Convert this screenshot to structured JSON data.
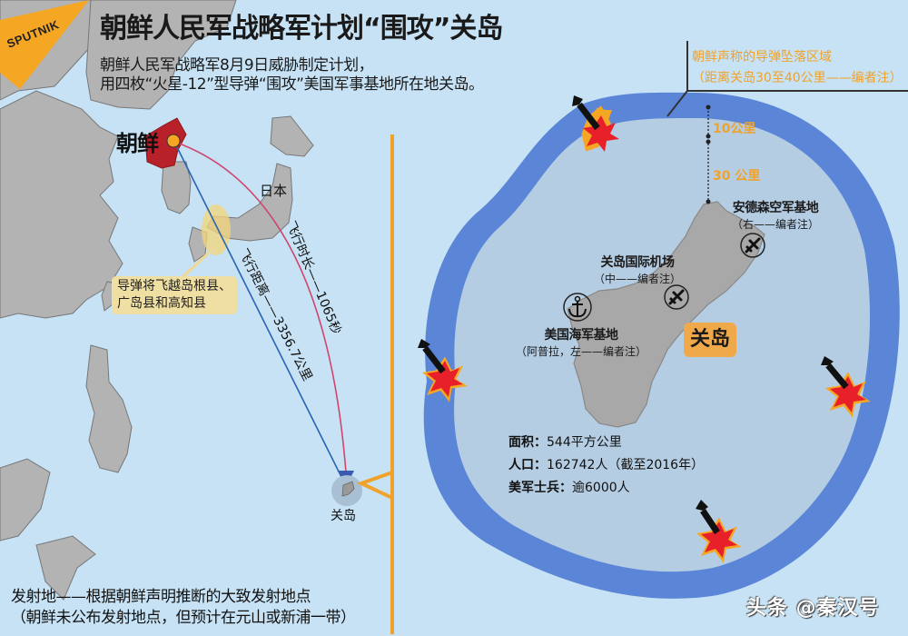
{
  "header": {
    "logo": "SPUTNIK",
    "title": "朝鲜人民军战略军计划“围攻”关岛",
    "subtitle_line1": "朝鲜人民军战略军8月9日威胁制定计划，",
    "subtitle_line2": "用四枚“火星-12”型导弹“围攻”美国军事基地所在地关岛。"
  },
  "regional_map": {
    "north_korea_label": "朝鲜",
    "japan_label": "日本",
    "overflight_note_line1": "导弹将飞越岛根县、",
    "overflight_note_line2": "广岛县和高知县",
    "flight_distance_label": "飞行距离——3356.7公里",
    "flight_time_label": "飞行时长——1065秒",
    "guam_label": "关岛",
    "launch_note_line1": "发射地——根据朝鲜声明推断的大致发射地点",
    "launch_note_line2": "（朝鲜未公布发射地点，但预计在元山或新浦一带）",
    "colors": {
      "sea": "#c6e2f4",
      "land": "#b3b3b3",
      "north_korea": "#b8202a",
      "launch_point": "#f5a623",
      "distance_path": "#2a64b0",
      "time_path": "#d0456e",
      "divider": "#f0a22a"
    }
  },
  "guam_detail": {
    "impact_note_line1": "朝鲜声称的导弹坠落区域",
    "impact_note_line2": "（距离关岛30至40公里——编者注）",
    "ring_distance_label": "10公里",
    "inner_distance_label": "30 公里",
    "bases": [
      {
        "name": "安德森空军基地",
        "note": "（右——编者注）",
        "icon": "airplane-icon"
      },
      {
        "name": "关岛国际机场",
        "note": "（中——编者注）",
        "icon": "airplane-icon"
      },
      {
        "name": "美国海军基地",
        "note": "（阿普拉，左——编者注）",
        "icon": "anchor-icon"
      }
    ],
    "island_label": "关岛",
    "facts": [
      {
        "label": "面积：",
        "value": "544平方公里"
      },
      {
        "label": "人口：",
        "value": "162742人（截至2016年）"
      },
      {
        "label": "美军士兵：",
        "value": "逾6000人"
      }
    ],
    "missile_count": 4,
    "colors": {
      "outer_ring": "#5b86d8",
      "inner_zone": "#b4cde3",
      "island": "#a8a8a8",
      "explosion_red": "#e8202a",
      "explosion_orange": "#f5a623",
      "label_box": "#f0a94a"
    }
  },
  "watermark": "头条 @秦汉号"
}
